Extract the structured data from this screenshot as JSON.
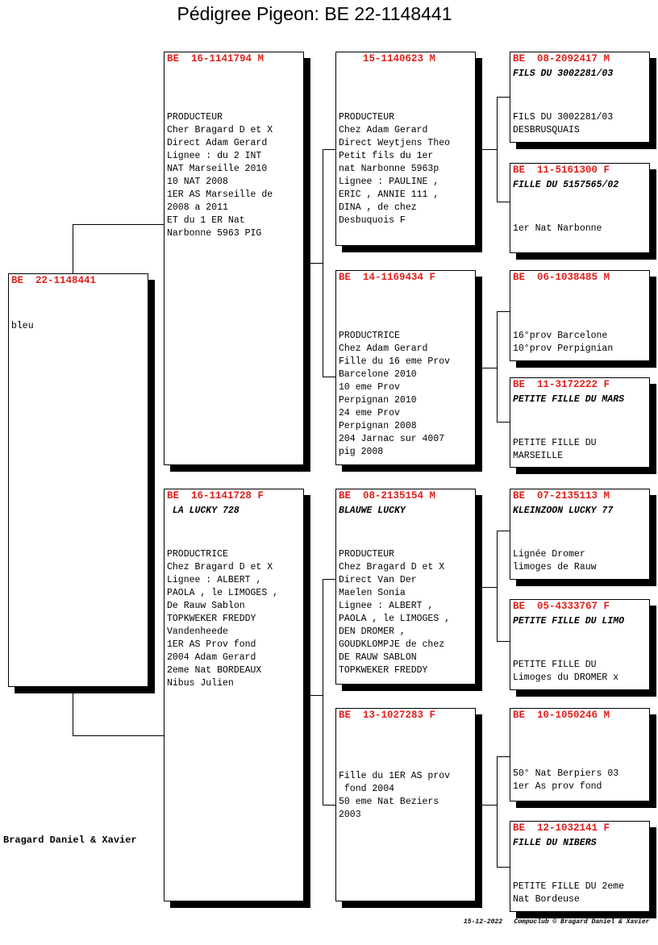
{
  "title": "Pédigree Pigeon: BE  22-1148441",
  "owner": "Bragard Daniel & Xavier",
  "footer": {
    "date": "15-12-2022",
    "credit": "Compuclub © Bragard Daniel & Xavier"
  },
  "boxes": [
    {
      "id": "subject",
      "header": "BE  22-1148441",
      "name": "",
      "body": "bleu"
    },
    {
      "id": "sire",
      "header": "BE  16-1141794 M",
      "name": "",
      "body": "PRODUCTEUR\nCher Bragard D et X\nDirect Adam Gerard\nLignee : du 2 INT\nNAT Marseille 2010\n10 NAT 2008\n1ER AS Marseille de\n2008 a 2011\nET du 1 ER Nat\nNarbonne 5963 PIG"
    },
    {
      "id": "dam",
      "header": "BE  16-1141728 F",
      "name": " LA LUCKY 728",
      "body": "PRODUCTRICE\nChez Bragard D et X\nLignee : ALBERT ,\nPAOLA , le LIMOGES ,\nDe Rauw Sablon\nTOPKWEKER FREDDY\nVandenheede\n1ER AS Prov fond\n2004 Adam Gerard\n2eme Nat BORDEAUX\nNibus Julien"
    },
    {
      "id": "ss",
      "header": "    15-1140623 M",
      "name": "",
      "body": "PRODUCTEUR\nChez Adam Gerard\nDirect Weytjens Theo\nPetit fils du 1er\nnat Narbonne 5963p\nLignee : PAULINE ,\nERIC , ANNIE 111 ,\nDINA , de chez\nDesbuquois F"
    },
    {
      "id": "sd",
      "header": "BE  14-1169434 F",
      "name": "",
      "body": "PRODUCTRICE\nChez Adam Gerard\nFille du 16 eme Prov\nBarcelone 2010\n10 eme Prov\nPerpignan 2010\n24 eme Prov\nPerpignan 2008\n204 Jarnac sur 4007\npig 2008"
    },
    {
      "id": "ds",
      "header": "BE  08-2135154 M",
      "name": "BLAUWE LUCKY",
      "body": "PRODUCTEUR\nChez Bragard D et X\nDirect Van Der\nMaelen Sonia\nLignee : ALBERT ,\nPAOLA , le LIMOGES ,\nDEN DROMER ,\nGOUDKLOMPJE de chez\nDE RAUW SABLON\nTOPKWEKER FREDDY"
    },
    {
      "id": "dd",
      "header": "BE  13-1027283 F",
      "name": "",
      "body": "Fille du 1ER AS prov\n fond 2004\n50 eme Nat Beziers\n2003"
    },
    {
      "id": "sss",
      "header": "BE  08-2092417 M",
      "name": "FILS DU 3002281/03",
      "body": "FILS DU 3002281/03\nDESBRUSQUAIS"
    },
    {
      "id": "ssd",
      "header": "BE  11-5161300 F",
      "name": "FILLE DU 5157565/02",
      "body": "1er Nat Narbonne"
    },
    {
      "id": "sds",
      "header": "BE  06-1038485 M",
      "name": "",
      "body": "16°prov Barcelone\n10°prov Perpignian"
    },
    {
      "id": "sdd",
      "header": "BE  11-3172222 F",
      "name": "PETITE FILLE DU MARS",
      "body": "PETITE FILLE DU\nMARSEILLE"
    },
    {
      "id": "dss",
      "header": "BE  07-2135113 M",
      "name": "KLEINZOON LUCKY 77",
      "body": "Lignée Dromer\nlimoges de Rauw"
    },
    {
      "id": "dsd",
      "header": "BE  05-4333767 F",
      "name": "PETITE FILLE DU LIMO",
      "body": "PETITE FILLE DU\nLimoges du DROMER x"
    },
    {
      "id": "dds",
      "header": "BE  10-1050246 M",
      "name": "",
      "body": "50° Nat Berpiers 03\n1er As prov fond"
    },
    {
      "id": "ddd",
      "header": "BE  12-1032141 F",
      "name": "FILLE DU NIBERS",
      "body": "PETITE FILLE DU 2eme\nNat Bordeuse"
    }
  ]
}
